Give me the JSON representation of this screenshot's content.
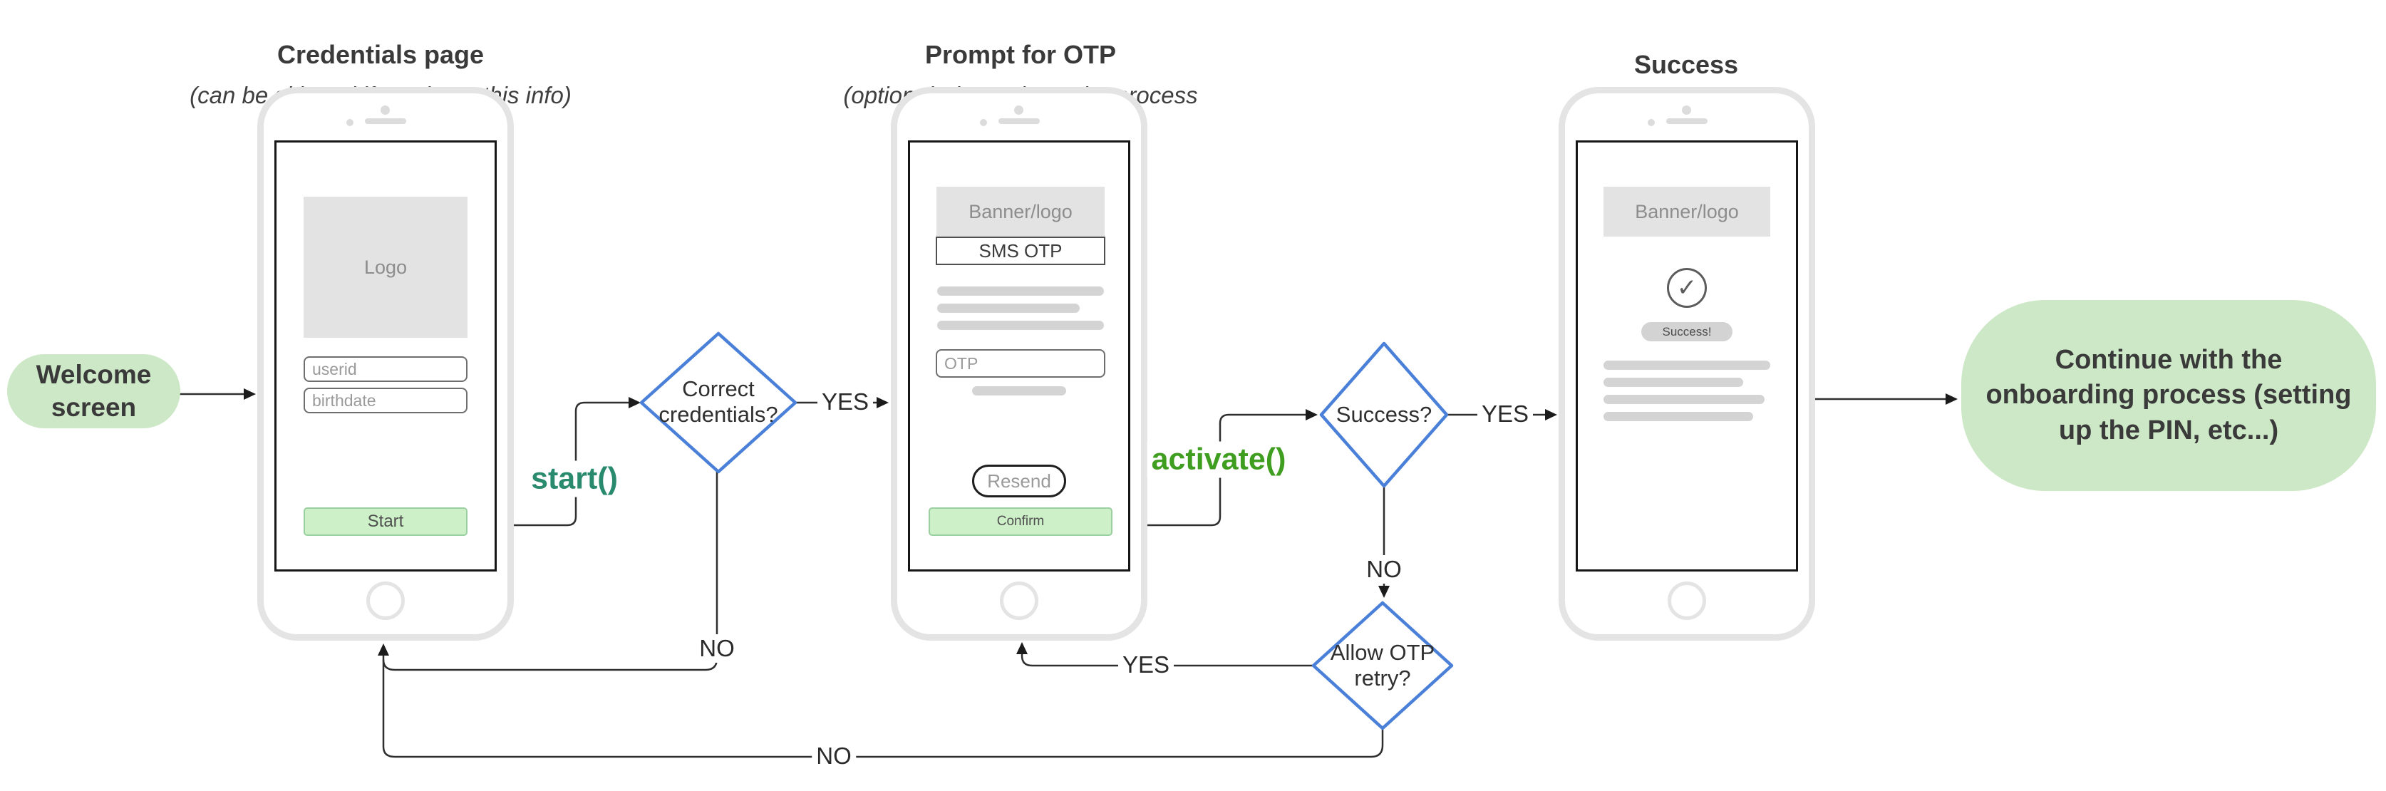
{
  "diagram": {
    "columns": [
      {
        "title": "Credentials page",
        "subtitle": "(can be skipped if you have this info)"
      },
      {
        "title": "Prompt for OTP",
        "subtitle": "(optional, depends on the process configuration)"
      },
      {
        "title": "Success",
        "subtitle": ""
      }
    ],
    "welcome": {
      "label": "Welcome screen"
    },
    "continue": {
      "label": "Continue with the onboarding process (setting up the PIN, etc...)"
    },
    "decisions": [
      {
        "label": "Correct credentials?"
      },
      {
        "label": "Success?"
      },
      {
        "label": "Allow OTP retry?"
      }
    ],
    "edge_labels": {
      "d1_yes": "YES",
      "d1_no": "NO",
      "d2_yes": "YES",
      "d2_no": "NO",
      "d3_yes": "YES",
      "d3_no": "NO"
    },
    "api_calls": {
      "start": "start()",
      "activate": "activate()"
    }
  },
  "phones": {
    "credentials": {
      "logo": "Logo",
      "userid_placeholder": "userid",
      "birthdate_placeholder": "birthdate",
      "start_button": "Start"
    },
    "otp": {
      "banner": "Banner/logo",
      "header": "SMS OTP",
      "otp_placeholder": "OTP",
      "resend_button": "Resend",
      "confirm_button": "Confirm"
    },
    "success": {
      "banner": "Banner/logo",
      "badge": "Success!",
      "check_icon": "✓"
    }
  },
  "colors": {
    "green_node_bg": "#cde8c6",
    "green_button_bg": "#cdf0c8",
    "green_button_border": "#9ad0a0",
    "diamond_border": "#4a80d8",
    "start_call_text": "#2a8a6e",
    "activate_call_text": "#3f9e20",
    "wire": "#2f2f2f",
    "phone_frame": "#e4e4e4",
    "placeholder_bar": "#d4d4d4"
  }
}
